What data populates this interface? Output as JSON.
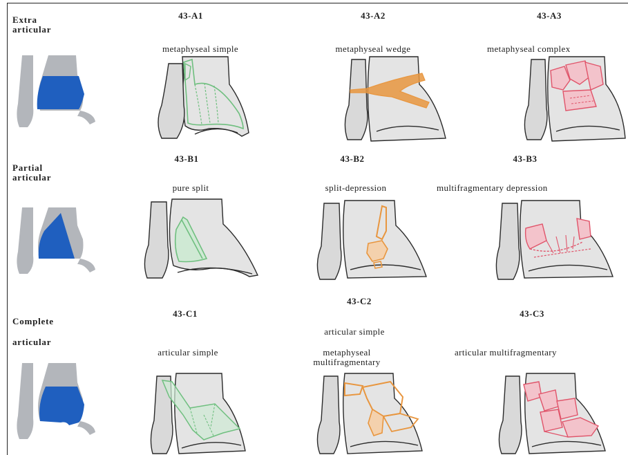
{
  "rows": [
    {
      "category_line1": "Extra",
      "category_line2": "articular",
      "types": [
        {
          "code": "43-A1",
          "desc": "metaphyseal simple"
        },
        {
          "code": "43-A2",
          "desc": "metaphyseal wedge"
        },
        {
          "code": "43-A3",
          "desc": "metaphyseal complex"
        }
      ]
    },
    {
      "category_line1": "Partial",
      "category_line2": "articular",
      "types": [
        {
          "code": "43-B1",
          "desc": "pure split"
        },
        {
          "code": "43-B2",
          "desc": "split-depression"
        },
        {
          "code": "43-B3",
          "desc": "multifragmentary depression"
        }
      ]
    },
    {
      "category_line1": "Complete",
      "category_line2": "articular",
      "types": [
        {
          "code": "43-C1",
          "desc": "articular simple"
        },
        {
          "code": "43-C2",
          "desc_line1": "articular simple",
          "desc_line2": "metaphyseal",
          "desc_line3": "multifragmentary"
        },
        {
          "code": "43-C3",
          "desc": "articular multifragmentary"
        }
      ]
    }
  ],
  "colors": {
    "fracture_A1": "#6fbf7f",
    "fracture_A2": "#e8963f",
    "fracture_A3": "#e0546a",
    "schematic_blue": "#1f5fbf",
    "schematic_gray": "#b3b6bb",
    "bone_fill": "#d9d9d9"
  }
}
